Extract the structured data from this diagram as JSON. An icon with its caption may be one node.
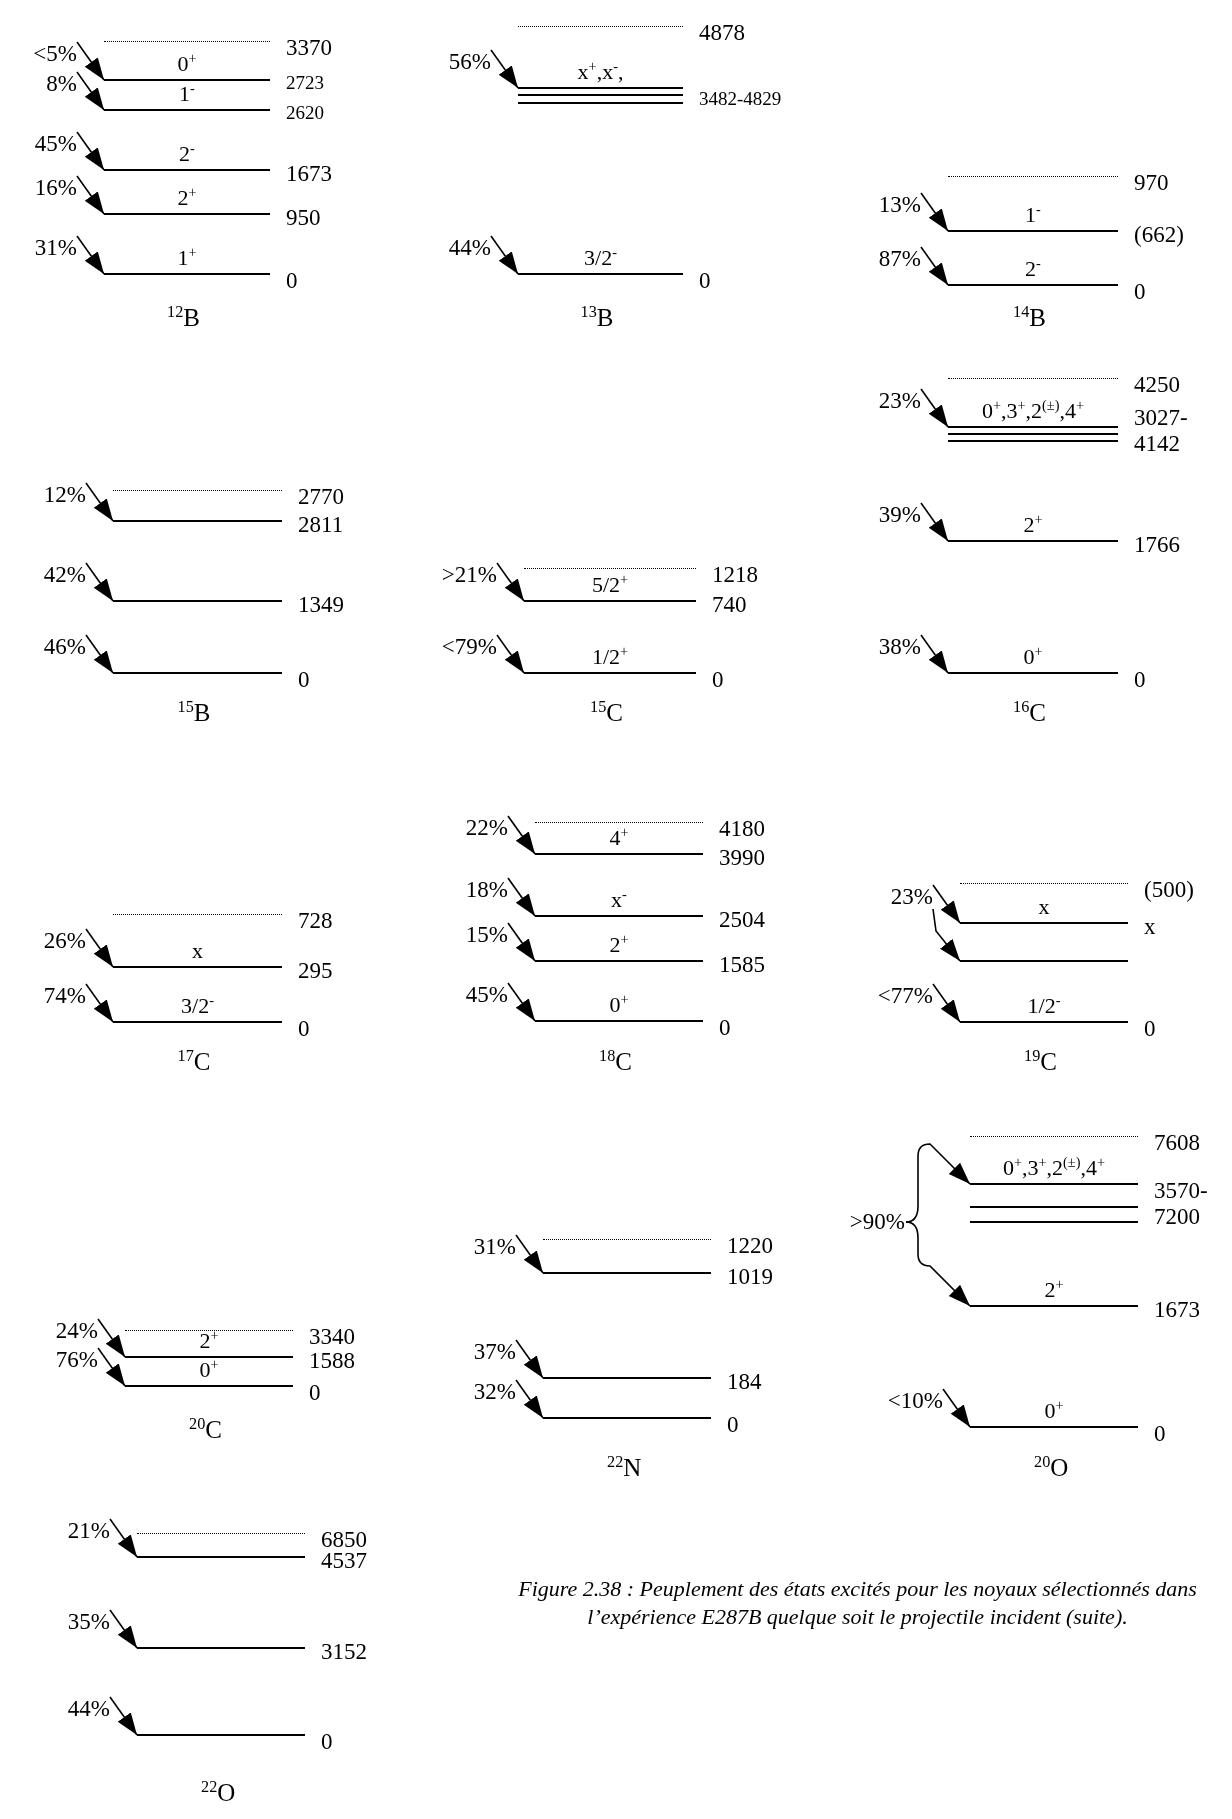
{
  "diagram": {
    "caption": "Figure 2.38 : Peuplement des états excités pour les noyaux sélectionnés dans l’expérience E287B quelque soit le projectile incident (suite).",
    "nodes": [
      {
        "text": [
          "<5%"
        ]
      },
      {
        "text": [
          "0$^{+}$"
        ],
        "beside": [
          "2723"
        ]
      },
      {
        "text": [
          "8%"
        ]
      },
      {
        "text": [
          "1$^{-}$"
        ],
        "beside": [
          "2620"
        ]
      },
      {
        "text": [
          "45%"
        ]
      },
      {
        "text": [
          "2$^{-}$"
        ],
        "beside": [
          "1673"
        ]
      },
      {
        "text": [
          "16%"
        ]
      },
      {
        "text": [
          "2$^{+}$"
        ],
        "beside": [
          "950"
        ]
      },
      {
        "text": [
          "31%"
        ]
      },
      {
        "text": [
          "1$^{+}$"
        ],
        "beside": [
          "0"
        ]
      },
      {
        "text": [
          "56%"
        ]
      },
      {
        "text": [
          "x$^{+}$,x$^{-}$,"
        ],
        "beside": [
          "3482-4829"
        ]
      },
      {
        "text": [
          "44%"
        ]
      },
      {
        "text": [
          "3/2$^{-}$"
        ],
        "beside": [
          "0"
        ]
      },
      {
        "text": [
          "13%"
        ]
      },
      {
        "text": [
          "1$^{-}$"
        ],
        "beside": [
          "(662)"
        ]
      },
      {
        "text": [
          "87%"
        ]
      },
      {
        "text": [
          "2$^{-}$"
        ],
        "beside": [
          "0"
        ]
      },
      {
        "text": [
          "12%"
        ]
      },
      {
        "text": [],
        "shape": "line",
        "beside": [
          "2811"
        ]
      },
      {
        "text": [
          "42%"
        ]
      },
      {
        "text": [],
        "shape": "line",
        "beside": [
          "1349"
        ]
      },
      {
        "text": [
          "46%"
        ]
      },
      {
        "text": [],
        "shape": "line",
        "beside": [
          "0"
        ]
      },
      {
        "text": [
          ">21%"
        ]
      },
      {
        "text": [
          "5/2$^{+}$"
        ],
        "beside": [
          "740"
        ]
      },
      {
        "text": [
          "<79%"
        ]
      },
      {
        "text": [
          "1/2$^{+}$"
        ],
        "beside": [
          "0"
        ]
      },
      {
        "text": [
          "23%"
        ]
      },
      {
        "text": [
          "0$^{+}$,3$^{+}$,2$^{(±)}$,4$^{+}$"
        ],
        "beside": [
          "3027-4142"
        ]
      },
      {
        "text": [
          "39%"
        ]
      },
      {
        "text": [
          "2$^{+}$"
        ],
        "beside": [
          "1766"
        ]
      },
      {
        "text": [
          "38%"
        ]
      },
      {
        "text": [
          "0$^{+}$"
        ],
        "beside": [
          "0"
        ]
      },
      {
        "text": [
          "26%"
        ]
      },
      {
        "text": [
          "x"
        ],
        "beside": [
          "295"
        ]
      },
      {
        "text": [
          "74%"
        ]
      },
      {
        "text": [
          "3/2$^{-}$"
        ],
        "beside": [
          "0"
        ]
      },
      {
        "text": [
          "22%"
        ]
      },
      {
        "text": [
          "4$^{+}$"
        ],
        "beside": [
          "3990"
        ]
      },
      {
        "text": [
          "18%"
        ]
      },
      {
        "text": [
          "x$^{-}$"
        ],
        "beside": [
          "2504"
        ]
      },
      {
        "text": [
          "15%"
        ]
      },
      {
        "text": [
          "2$^{+}$"
        ],
        "beside": [
          "1585"
        ]
      },
      {
        "text": [
          "45%"
        ]
      },
      {
        "text": [
          "0$^{+}$"
        ],
        "beside": [
          "0"
        ]
      },
      {
        "text": [
          "23%"
        ]
      },
      {
        "text": [
          "x"
        ],
        "beside": [
          "x"
        ]
      },
      {
        "text": [],
        "shape": "line"
      },
      {
        "text": [
          "<77%"
        ]
      },
      {
        "text": [
          "1/2$^{-}$"
        ],
        "beside": [
          "0"
        ]
      },
      {
        "text": [
          "24%"
        ]
      },
      {
        "text": [
          "2$^{+}$"
        ],
        "beside": [
          "1588"
        ]
      },
      {
        "text": [
          "76%"
        ]
      },
      {
        "text": [
          "0$^{+}$"
        ],
        "beside": [
          "0"
        ]
      },
      {
        "text": [
          "31%"
        ]
      },
      {
        "text": [],
        "shape": "line",
        "beside": [
          "1019"
        ]
      },
      {
        "text": [
          "37%"
        ]
      },
      {
        "text": [],
        "shape": "line",
        "beside": [
          "184"
        ]
      },
      {
        "text": [
          "32%"
        ]
      },
      {
        "text": [],
        "shape": "line",
        "beside": [
          "0"
        ]
      },
      {
        "text": [
          ">90%"
        ]
      },
      {
        "text": [
          "0$^{+}$,3$^{+}$,2$^{(±)}$,4$^{+}$"
        ],
        "beside": [
          "3570-7200"
        ]
      },
      {
        "text": [
          "2$^{+}$"
        ],
        "beside": [
          "1673"
        ]
      },
      {
        "text": [
          "<10%"
        ]
      },
      {
        "text": [
          "0$^{+}$"
        ],
        "beside": [
          "0"
        ]
      },
      {
        "text": [
          "21%"
        ]
      },
      {
        "text": [],
        "shape": "line",
        "beside": [
          "4537"
        ]
      },
      {
        "text": [
          "35%"
        ]
      },
      {
        "text": [],
        "shape": "line",
        "beside": [
          "3152"
        ]
      },
      {
        "text": [
          "44%"
        ]
      },
      {
        "text": [],
        "shape": "line",
        "beside": [
          "0"
        ]
      },
      {
        "text": [],
        "shape": "line",
        "beside": [
          "3370"
        ]
      },
      {
        "text": [],
        "shape": "line",
        "beside": [
          "4878"
        ]
      },
      {
        "text": [],
        "shape": "line",
        "beside": [
          "970"
        ]
      },
      {
        "text": [],
        "shape": "line",
        "beside": [
          "2770"
        ]
      },
      {
        "text": [],
        "shape": "line",
        "beside": [
          "1218"
        ]
      },
      {
        "text": [],
        "shape": "line",
        "beside": [
          "4250"
        ]
      },
      {
        "text": [],
        "shape": "line",
        "beside": [
          "728"
        ]
      },
      {
        "text": [],
        "shape": "line",
        "beside": [
          "4180"
        ]
      },
      {
        "text": [],
        "shape": "line",
        "beside": [
          "(500)"
        ]
      },
      {
        "text": [],
        "shape": "line",
        "beside": [
          "3340"
        ]
      },
      {
        "text": [],
        "shape": "line",
        "beside": [
          "1220"
        ]
      },
      {
        "text": [],
        "shape": "line",
        "beside": [
          "7608"
        ]
      },
      {
        "text": [],
        "shape": "line",
        "beside": [
          "6850"
        ]
      }
    ],
    "edges": [
      {
        "from": 0,
        "to": 1,
        "arrow": "to"
      },
      {
        "from": 2,
        "to": 3,
        "arrow": "to"
      },
      {
        "from": 4,
        "to": 5,
        "arrow": "to"
      },
      {
        "from": 6,
        "to": 7,
        "arrow": "to"
      },
      {
        "from": 8,
        "to": 9,
        "arrow": "to"
      },
      {
        "from": 10,
        "to": 11,
        "arrow": "to"
      },
      {
        "from": 12,
        "to": 13,
        "arrow": "to"
      },
      {
        "from": 14,
        "to": 15,
        "arrow": "to"
      },
      {
        "from": 16,
        "to": 17,
        "arrow": "to"
      },
      {
        "from": 18,
        "to": 19,
        "arrow": "to"
      },
      {
        "from": 20,
        "to": 21,
        "arrow": "to"
      },
      {
        "from": 22,
        "to": 23,
        "arrow": "to"
      },
      {
        "from": 24,
        "to": 25,
        "arrow": "to"
      },
      {
        "from": 26,
        "to": 27,
        "arrow": "to"
      },
      {
        "from": 28,
        "to": 29,
        "arrow": "to"
      },
      {
        "from": 30,
        "to": 31,
        "arrow": "to"
      },
      {
        "from": 32,
        "to": 33,
        "arrow": "to"
      },
      {
        "from": 34,
        "to": 35,
        "arrow": "to"
      },
      {
        "from": 36,
        "to": 37,
        "arrow": "to"
      },
      {
        "from": 38,
        "to": 39,
        "arrow": "to"
      },
      {
        "from": 40,
        "to": 41,
        "arrow": "to"
      },
      {
        "from": 42,
        "to": 43,
        "arrow": "to"
      },
      {
        "from": 44,
        "to": 45,
        "arrow": "to"
      },
      {
        "from": 46,
        "to": 47,
        "arrow": "to"
      },
      {
        "from": 46,
        "to": 48,
        "arrow": "to"
      },
      {
        "from": 49,
        "to": 50,
        "arrow": "to"
      },
      {
        "from": 51,
        "to": 52,
        "arrow": "to"
      },
      {
        "from": 53,
        "to": 54,
        "arrow": "to"
      },
      {
        "from": 55,
        "to": 56,
        "arrow": "to"
      },
      {
        "from": 57,
        "to": 58,
        "arrow": "to"
      },
      {
        "from": 59,
        "to": 60,
        "arrow": "to"
      },
      {
        "from": 61,
        "to": 62,
        "arrow": "to"
      },
      {
        "from": 61,
        "to": 63,
        "arrow": "to"
      },
      {
        "from": 64,
        "to": 65,
        "arrow": "to"
      },
      {
        "from": 66,
        "to": 67,
        "arrow": "to"
      },
      {
        "from": 68,
        "to": 69,
        "arrow": "to"
      },
      {
        "from": 70,
        "to": 71,
        "arrow": "to"
      }
    ],
    "labels": [
      "$^{12}$B",
      "$^{13}$B",
      "$^{14}$B",
      "$^{15}$B",
      "$^{15}$C",
      "$^{16}$C",
      "$^{17}$C",
      "$^{18}$C",
      "$^{19}$C",
      "$^{20}$C",
      "$^{22}$N",
      "$^{20}$O",
      "$^{22}$O"
    ]
  }
}
